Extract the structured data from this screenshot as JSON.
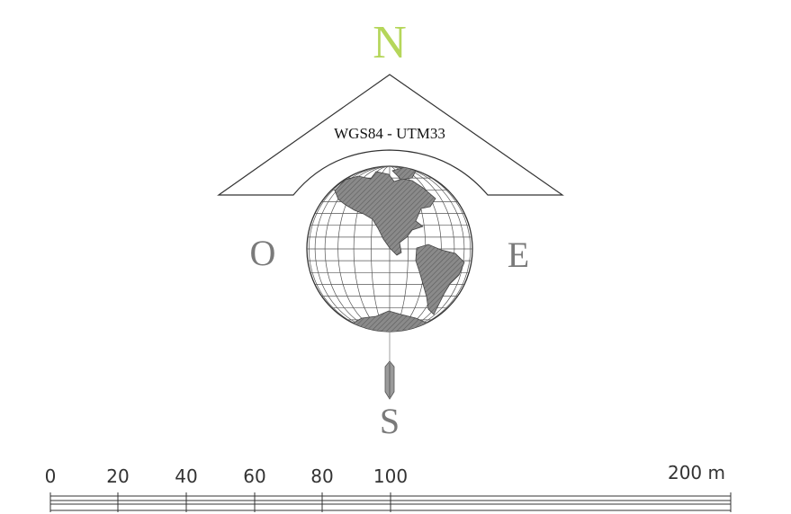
{
  "compass": {
    "north": "N",
    "south": "S",
    "east": "E",
    "west": "O",
    "datum": "WGS84 - UTM33",
    "north_color": "#b5d65a",
    "letter_color": "#7a7a7a",
    "line_color": "#333333",
    "land_color": "#7d7d7d"
  },
  "scale_bar": {
    "labels": [
      "0",
      "20",
      "40",
      "60",
      "80",
      "100",
      "200 m"
    ]
  }
}
